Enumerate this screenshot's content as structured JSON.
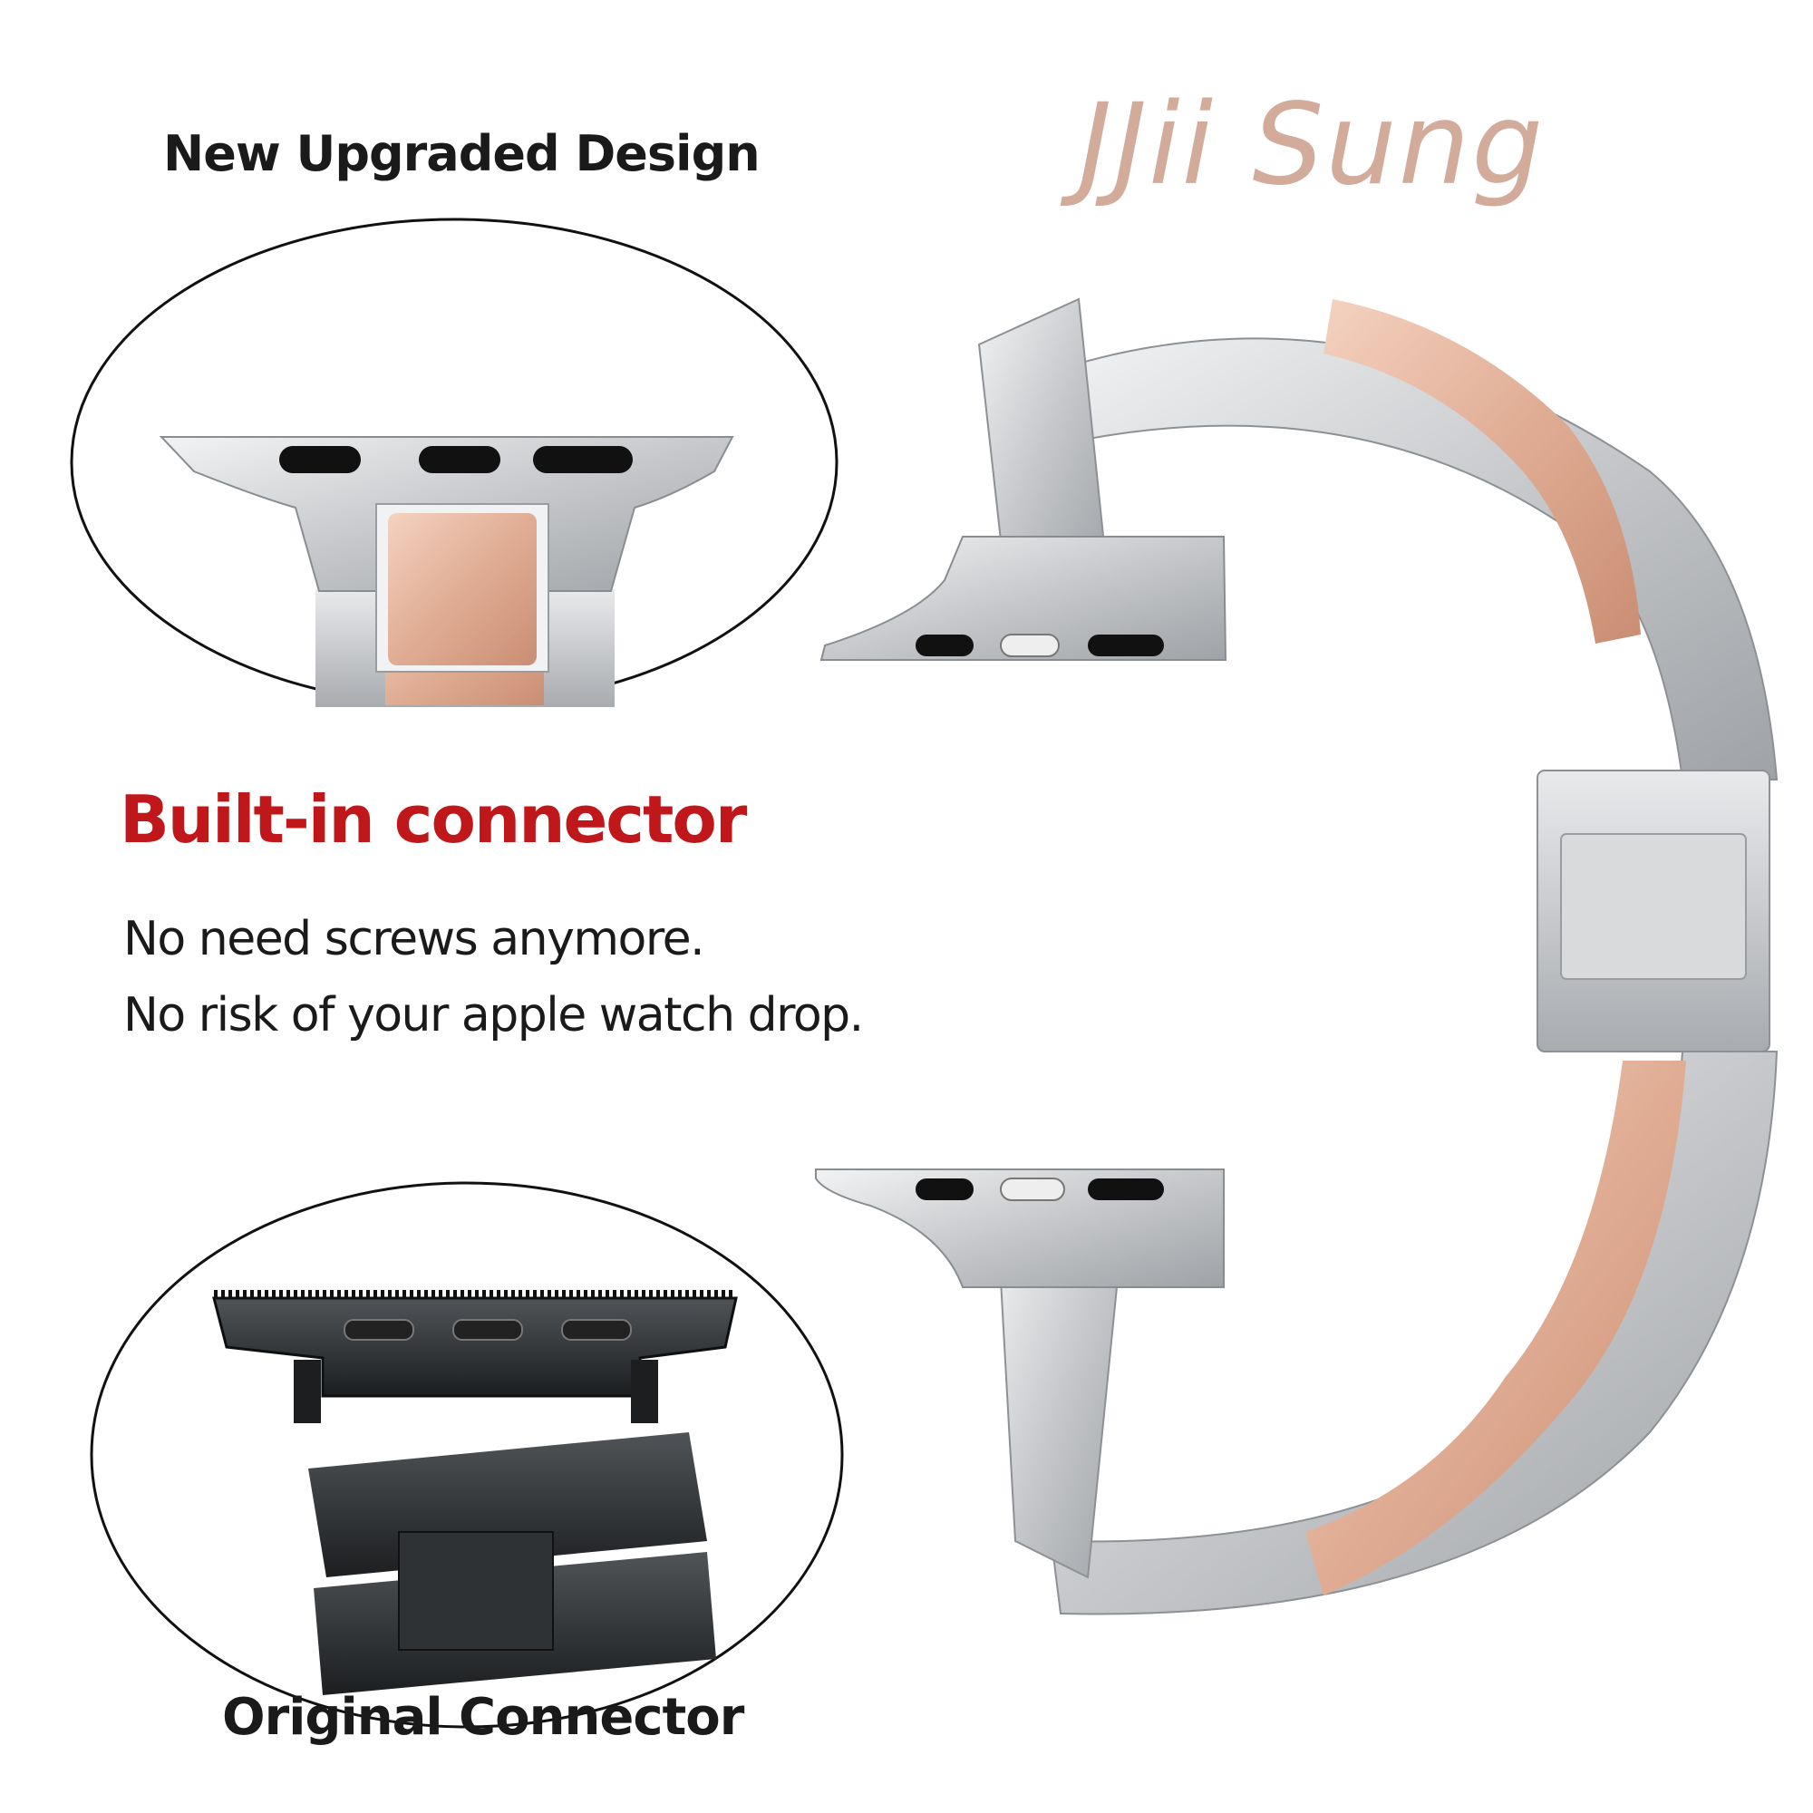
{
  "brand": {
    "logo_text": "JJii Sung"
  },
  "top_callout": {
    "title": "New Upgraded Design"
  },
  "middle": {
    "title": "Built-in connector",
    "lines": [
      "No need screws anymore.",
      "No risk of your apple watch drop."
    ]
  },
  "bottom_callout": {
    "title": "Original Connector"
  },
  "colors": {
    "logo": "#d2ab9b",
    "accent_red": "#c0171b",
    "silver": "#c8cacd",
    "rose_gold": "#e3b39c",
    "black_connector": "#2a2c2e"
  },
  "icons": {
    "top_ellipse": "upgraded-connector-closeup",
    "bottom_ellipse": "original-connector-closeup",
    "product": "watch-band-silver-rose-gold"
  }
}
